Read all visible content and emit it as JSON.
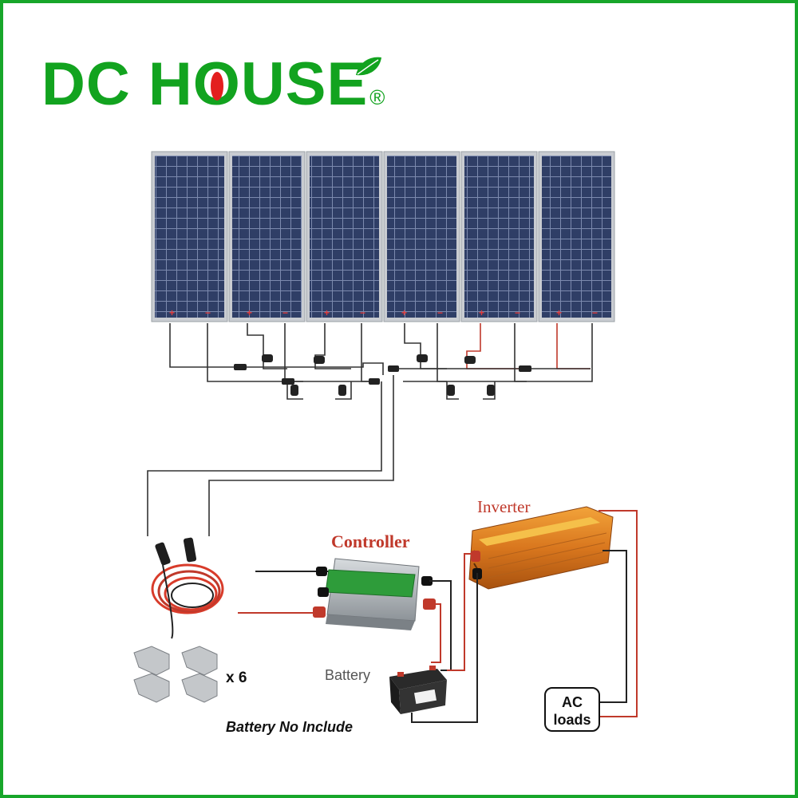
{
  "brand": {
    "name_part1": "DC H",
    "name_o": "O",
    "name_part2": "USE",
    "registered": "®"
  },
  "labels": {
    "controller": "Controller",
    "inverter": "Inverter",
    "battery": "Battery",
    "ac_line1": "AC",
    "ac_line2": "loads",
    "brackets_count": "x 6",
    "battery_note": "Battery No Include"
  },
  "panels": {
    "count": 6,
    "plus": "+",
    "minus": "−"
  },
  "colors": {
    "brand_green": "#12a31f",
    "frame_green": "#17a62a",
    "panel_blue": "#2f3e66",
    "wire_red": "#c0392b",
    "wire_dark": "#333333",
    "inverter_orange": "#d9771e",
    "label_red": "#c0392b"
  },
  "icons": {
    "logo_leaf": "leaf-icon",
    "cable": "cable-coil-icon",
    "bracket": "z-bracket-icon",
    "battery": "battery-icon"
  }
}
